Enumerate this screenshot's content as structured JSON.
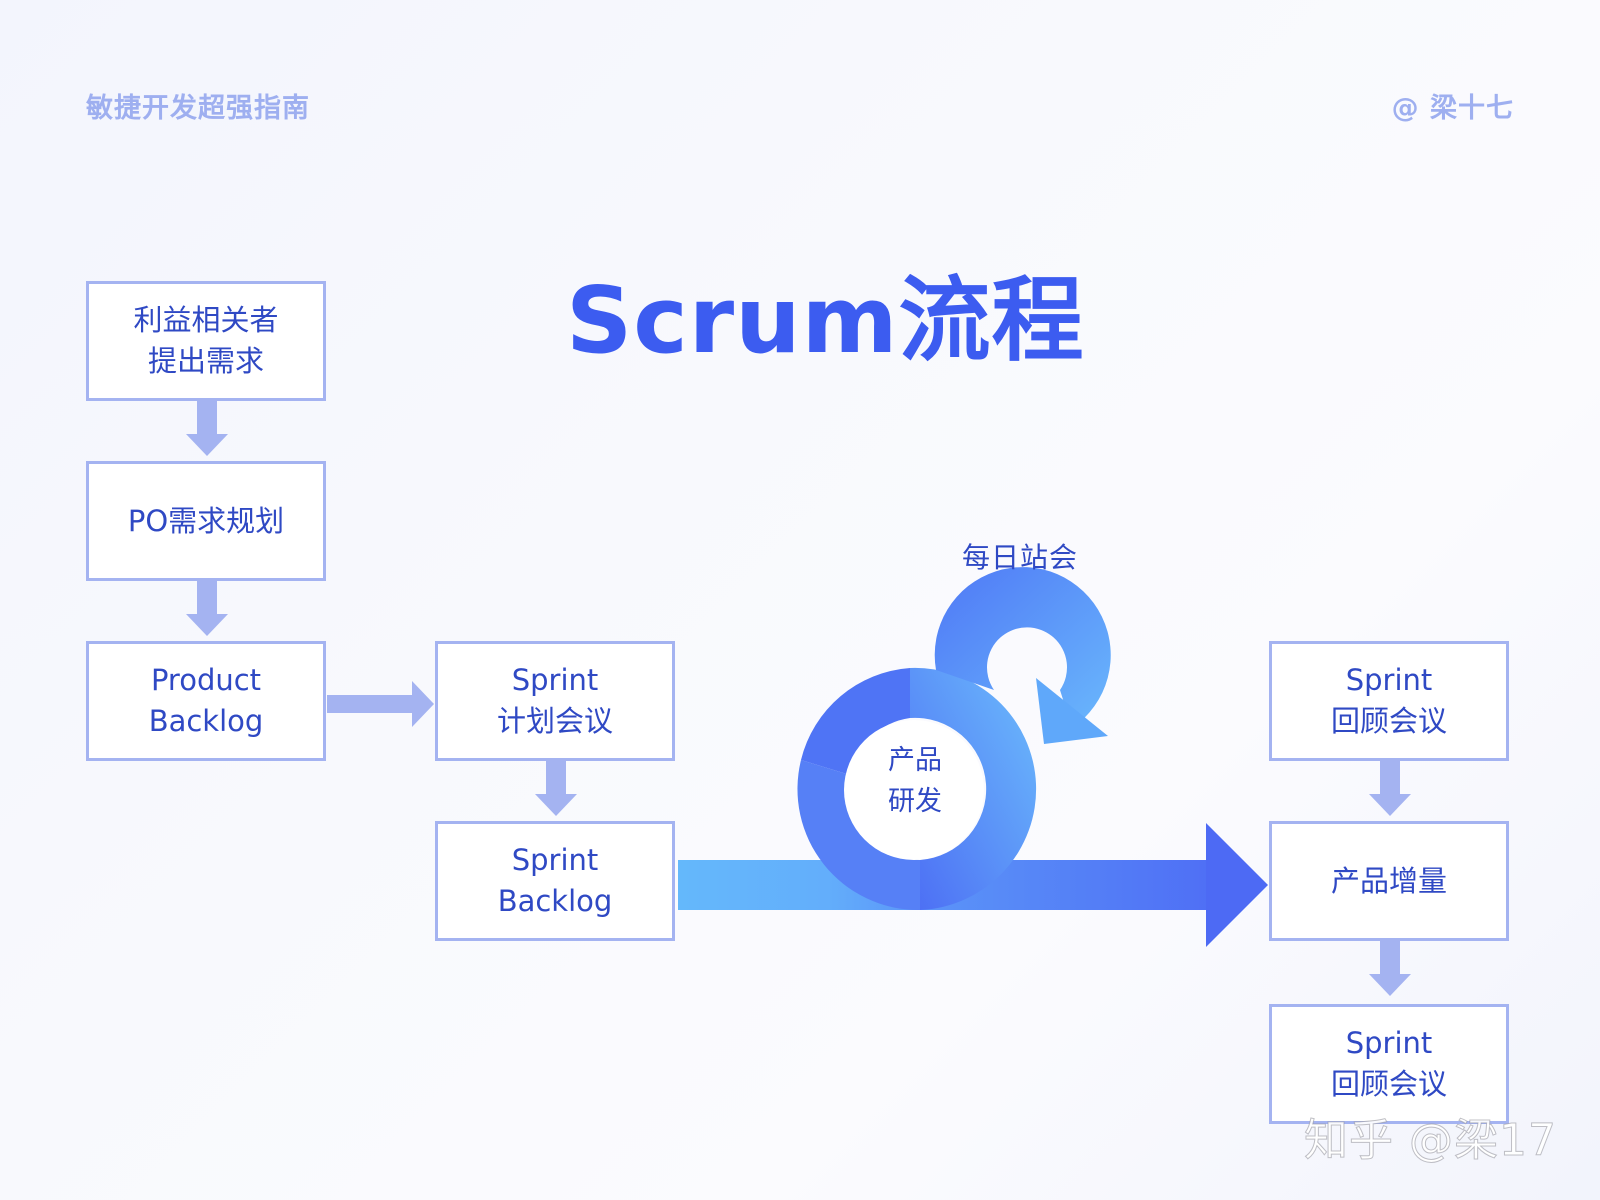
{
  "header": {
    "left_title": "敏捷开发超强指南",
    "right_author": "@ 梁十七"
  },
  "title": "Scrum流程",
  "boxes": {
    "stakeholders": "利益相关者\n提出需求",
    "po_planning": "PO需求规划",
    "product_backlog": "Product\nBacklog",
    "sprint_planning": "Sprint\n计划会议",
    "sprint_backlog": "Sprint\nBacklog",
    "sprint_review_top": "Sprint\n回顾会议",
    "product_increment": "产品增量",
    "sprint_review_bottom": "Sprint\n回顾会议"
  },
  "cycle": {
    "daily_standup": "每日站会",
    "center": "产品\n研发"
  },
  "watermark": "知乎 @梁17",
  "colors": {
    "title": "#3c5cf0",
    "box_border": "#a4b3f1",
    "box_text": "#2f49c4",
    "arrow": "#a4b3f1",
    "flow_light": "#64b8fb",
    "flow_dark": "#4d6ef5"
  }
}
